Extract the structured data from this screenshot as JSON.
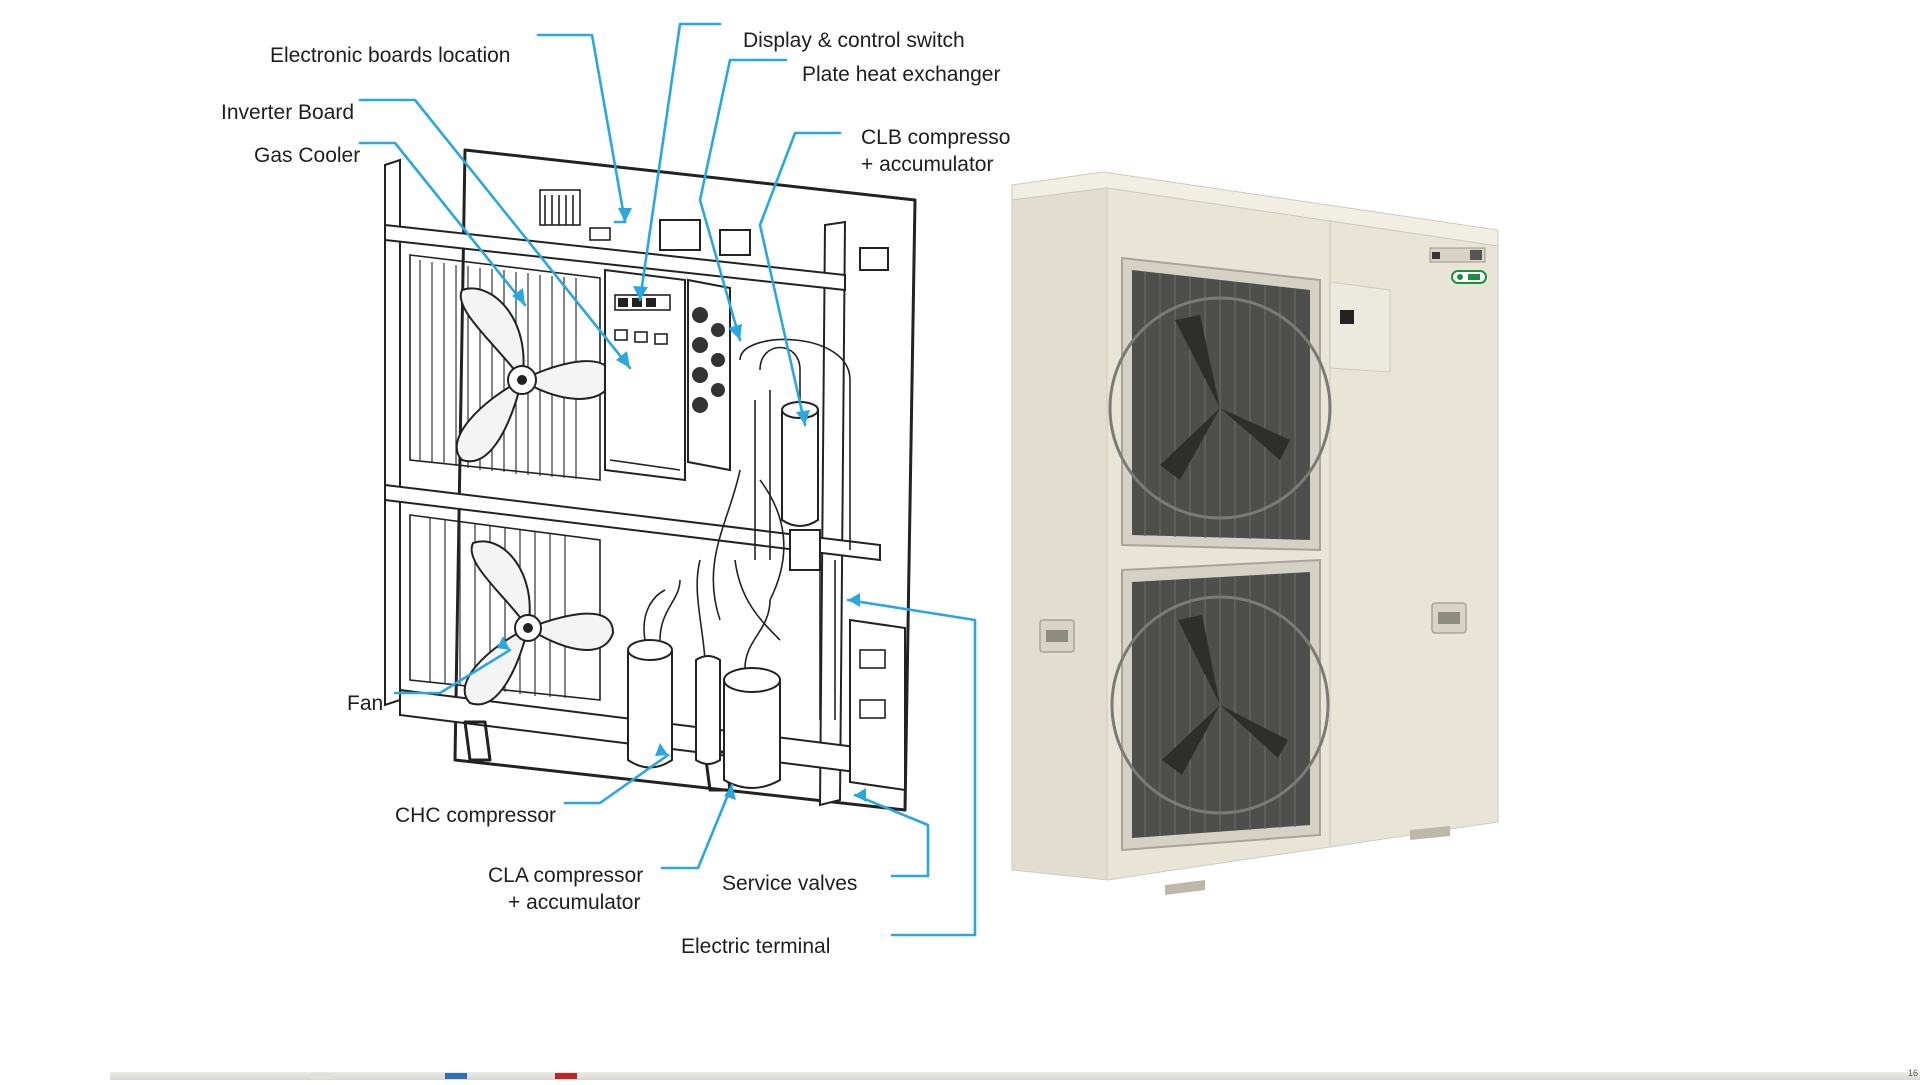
{
  "labels": {
    "electronic_boards": "Electronic boards location",
    "display_control": "Display & control switch",
    "plate_heat_exchanger": "Plate heat exchanger",
    "inverter_board": "Inverter Board",
    "gas_cooler": "Gas Cooler",
    "clb_line1": "CLB compresso",
    "clb_line2": "+ accumulator",
    "fan": "Fan",
    "chc_compressor": "CHC compressor",
    "cla_line1": "CLA compressor",
    "cla_line2": "+ accumulator",
    "service_valves": "Service valves",
    "electric_terminal": "Electric terminal"
  },
  "colors": {
    "leader": "#2aa7de",
    "text": "#1e1e1e",
    "unit_body": "#e8e4d6",
    "unit_shadow": "#cfcabb",
    "grille": "#5d5d5a",
    "badge_green": "#1a8f3c"
  },
  "corner_text": "16",
  "icons": [
    "fan-icon",
    "compressor-icon",
    "accumulator-icon",
    "heat-exchanger-icon",
    "control-panel-icon",
    "handle-icon"
  ]
}
